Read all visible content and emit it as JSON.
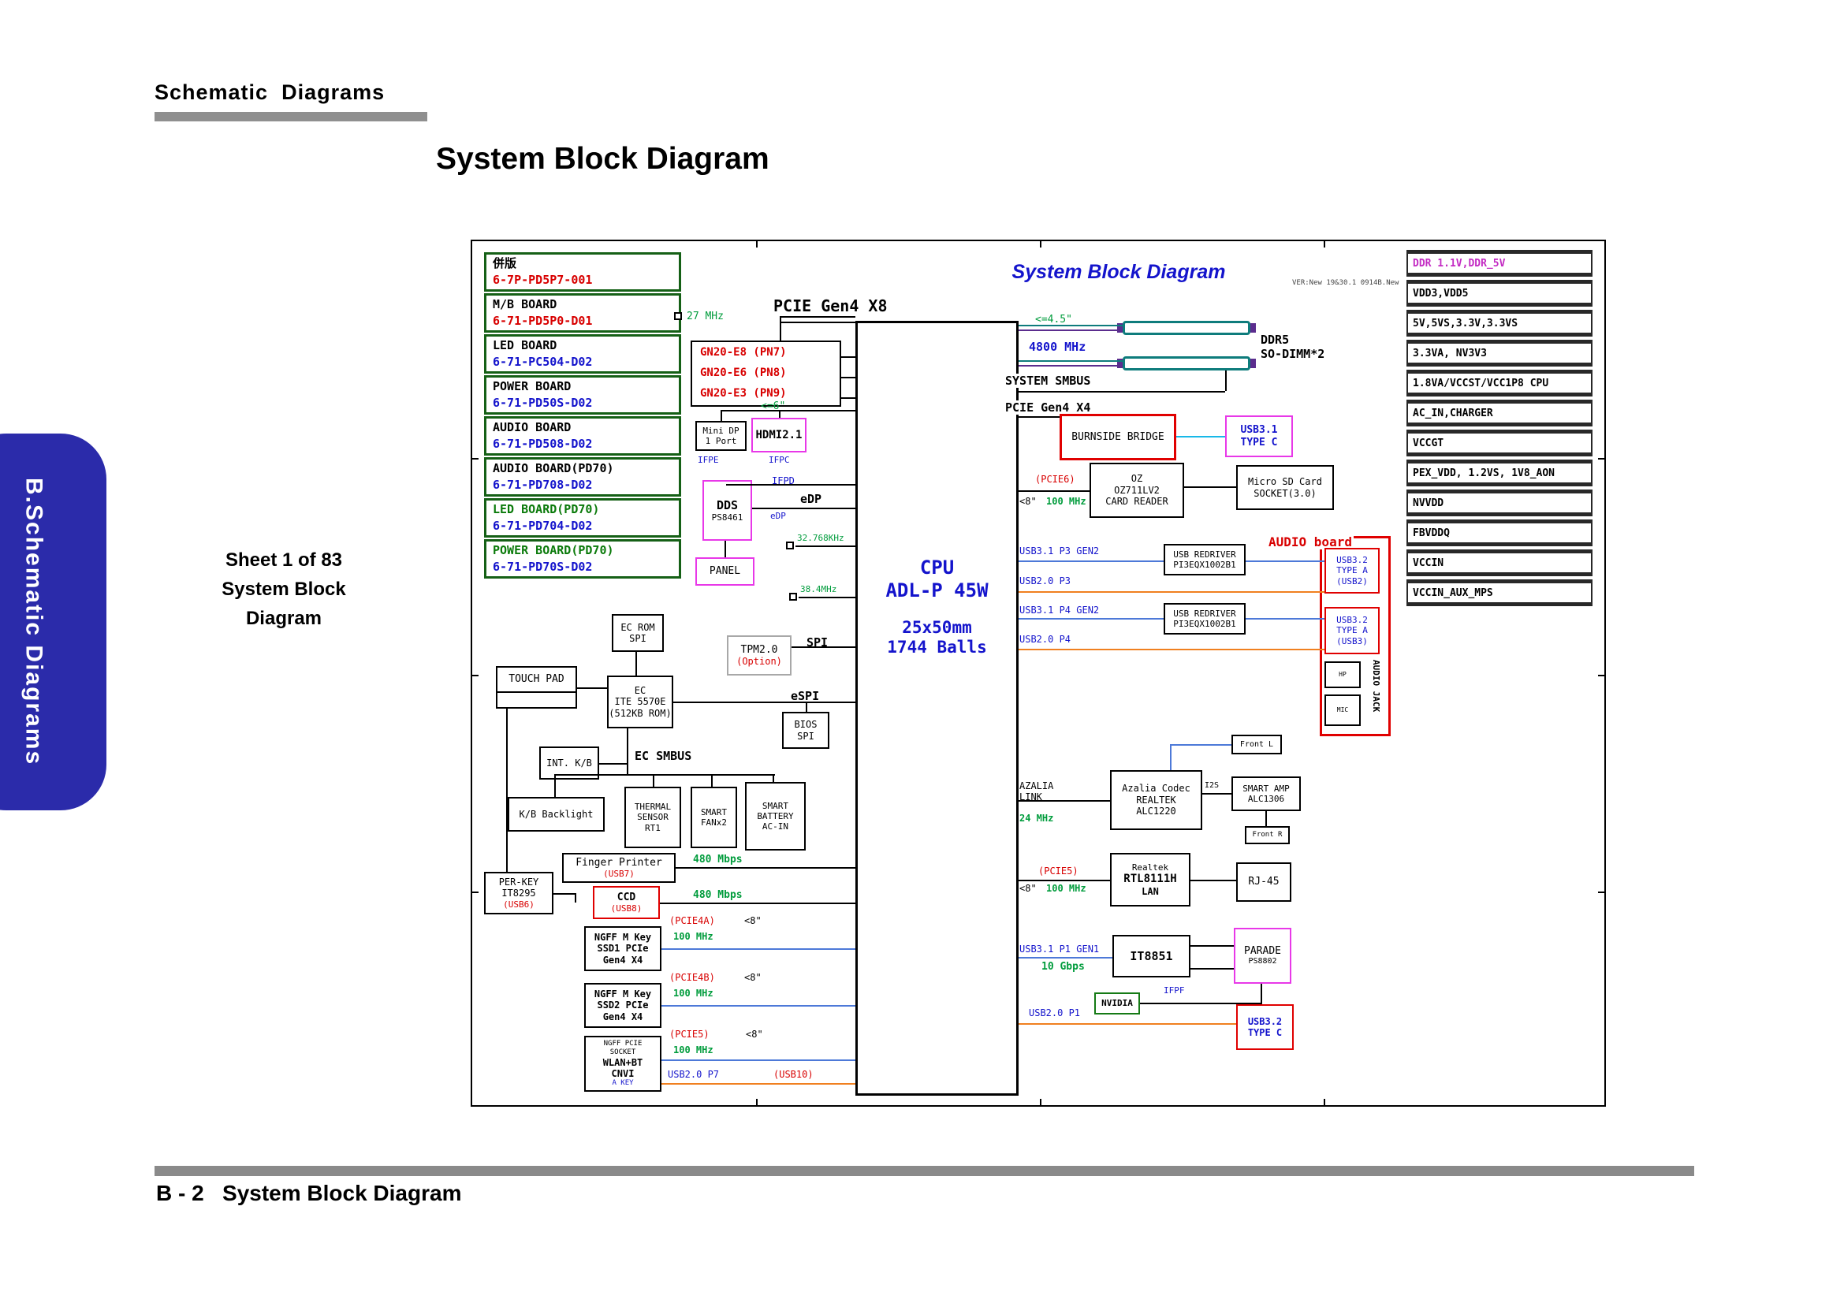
{
  "page": {
    "section_heading": "Schematic  Diagrams",
    "title": "System Block Diagram",
    "sidebar_label": "B.Schematic Diagrams",
    "sheet_caption": "Sheet 1 of 83\nSystem Block\nDiagram",
    "footer": "B - 2   System Block Diagram"
  },
  "diagram": {
    "title": "System Block Diagram",
    "version": "VER:New 19&30.1 0914B.New",
    "boards": [
      {
        "name": "併版",
        "part": "6-7P-PD5P7-001"
      },
      {
        "name": "M/B BOARD",
        "part": "6-71-PD5P0-D01"
      },
      {
        "name": "LED BOARD",
        "part": "6-71-PC504-D02"
      },
      {
        "name": "POWER BOARD",
        "part": "6-71-PD50S-D02"
      },
      {
        "name": "AUDIO BOARD",
        "part": "6-71-PD508-D02"
      },
      {
        "name": "AUDIO BOARD(PD70)",
        "part": "6-71-PD708-D02"
      },
      {
        "name": "LED BOARD(PD70)",
        "part": "6-71-PD704-D02"
      },
      {
        "name": "POWER BOARD(PD70)",
        "part": "6-71-PD70S-D02"
      }
    ],
    "cpu": {
      "title": "CPU\nADL-P 45W",
      "package": "25x50mm\n1744 Balls"
    },
    "gpu_options": "GN20-E8 (PN7)\nGN20-E6 (PN8)\nGN20-E3 (PN9)",
    "blocks": {
      "mini_dp": "Mini DP\n1 Port",
      "hdmi": "HDMI2.1",
      "dds_name": "DDS",
      "dds_part": "PS8461",
      "panel": "PANEL",
      "ec_rom": "EC ROM\nSPI",
      "tpm": "TPM2.0",
      "tpm_option": "(Option)",
      "ec": "EC\nITE 5570E\n(512KB ROM)",
      "bios": "BIOS\nSPI",
      "touch_pad": "TOUCH PAD",
      "int_kb": "INT. K/B",
      "kb_backlight": "K/B Backlight",
      "thermal": "THERMAL\nSENSOR\nRT1",
      "fan": "SMART\nFANx2",
      "battery": "SMART\nBATTERY\nAC-IN",
      "finger": "Finger Printer",
      "finger_usb": "(USB7)",
      "perkey": "PER-KEY\nIT8295",
      "perkey_usb": "(USB6)",
      "ccd": "CCD",
      "ccd_usb": "(USB8)",
      "ssd1": "NGFF M Key\nSSD1 PCIe\nGen4 X4",
      "ssd2": "NGFF M Key\nSSD2 PCIe\nGen4 X4",
      "wlan_socket": "NGFF PCIE\nSOCKET",
      "wlan": "WLAN+BT\nCNVI",
      "wlan_key": "A KEY",
      "burnside": "BURNSIDE BRIDGE",
      "usb31_typec": "USB3.1\nTYPE C",
      "oz": "OZ\nOZ711LV2\nCARD READER",
      "microsd": "Micro SD Card\nSOCKET(3.0)",
      "redriver": "USB REDRIVER\nPI3EQX1002B1",
      "typea_usb2": "USB3.2\nTYPE A\n(USB2)",
      "typea_usb3": "USB3.2\nTYPE A\n(USB3)",
      "jack_hp": "HP",
      "jack_mic": "MIC",
      "front_l": "Front L",
      "front_r": "Front R",
      "codec": "Azalia Codec\nREALTEK\nALC1220",
      "smart_amp": "SMART AMP\nALC1306",
      "lan_vendor": "Realtek",
      "lan_chip": "RTL8111H",
      "lan": "LAN",
      "rj45": "RJ-45",
      "it8851": "IT8851",
      "parade_name": "PARADE",
      "parade_part": "PS8802",
      "nvidia": "NVIDIA",
      "usb32_typec": "USB3.2\nTYPE C",
      "ddr5": "DDR5\nSO-DIMM*2"
    },
    "labels": {
      "pcie_x8": "PCIE Gen4 X8",
      "mhz27": "27 MHz",
      "max6": "<=6\"",
      "ifpe": "IFPE",
      "ifpc": "IFPC",
      "ifpd": "IFPD",
      "edp_port": "eDP",
      "edp_bus": "eDP",
      "khz32": "32.768KHz",
      "mhz384": "38.4MHz",
      "spi": "SPI",
      "espi": "eSPI",
      "ec_smbus": "EC SMBUS",
      "mbps480_1": "480 Mbps",
      "mbps480_2": "480 Mbps",
      "pcie4a": "(PCIE4A)",
      "pcie4b": "(PCIE4B)",
      "pcie5_wlan": "(PCIE5)",
      "max8_1": "<8\"",
      "max8_2": "<8\"",
      "max8_3": "<8\"",
      "max8_4": "<8\"",
      "max8_5": "<8\"",
      "mhz100_1": "100 MHz",
      "mhz100_2": "100 MHz",
      "mhz100_3": "100 MHz",
      "mhz100_4": "100 MHz",
      "mhz100_lan": "100 MHz",
      "usb20_p7": "USB2.0 P7",
      "usb10": "(USB10)",
      "max45": "<=4.5\"",
      "mhz4800": "4800 MHz",
      "system_smbus": "SYSTEM SMBUS",
      "pcie_x4": "PCIE Gen4 X4",
      "pcie6": "(PCIE6)",
      "usb31_p3": "USB3.1 P3 GEN2",
      "usb20_p3": "USB2.0 P3",
      "usb31_p4": "USB3.1 P4 GEN2",
      "usb20_p4": "USB2.0 P4",
      "audio_board": "AUDIO board",
      "audio_jack": "AUDIO JACK",
      "azalia": "AZALIA\nLINK",
      "mhz24": "24 MHz",
      "i2s": "I2S",
      "pcie5_lan": "(PCIE5)",
      "usb31_p1": "USB3.1 P1 GEN1",
      "gbps10": "10 Gbps",
      "ifpf": "IFPF",
      "usb20_p1": "USB2.0 P1"
    },
    "rails": [
      "DDR 1.1V,DDR_5V",
      "VDD3,VDD5",
      "5V,5VS,3.3V,3.3VS",
      "3.3VA, NV3V3",
      "1.8VA/VCCST/VCC1P8 CPU",
      "AC_IN,CHARGER",
      "VCCGT",
      "PEX_VDD, 1.2VS, 1V8_AON",
      "NVVDD",
      "FBVDDQ",
      "VCCIN",
      "VCCIN_AUX_MPS"
    ]
  }
}
